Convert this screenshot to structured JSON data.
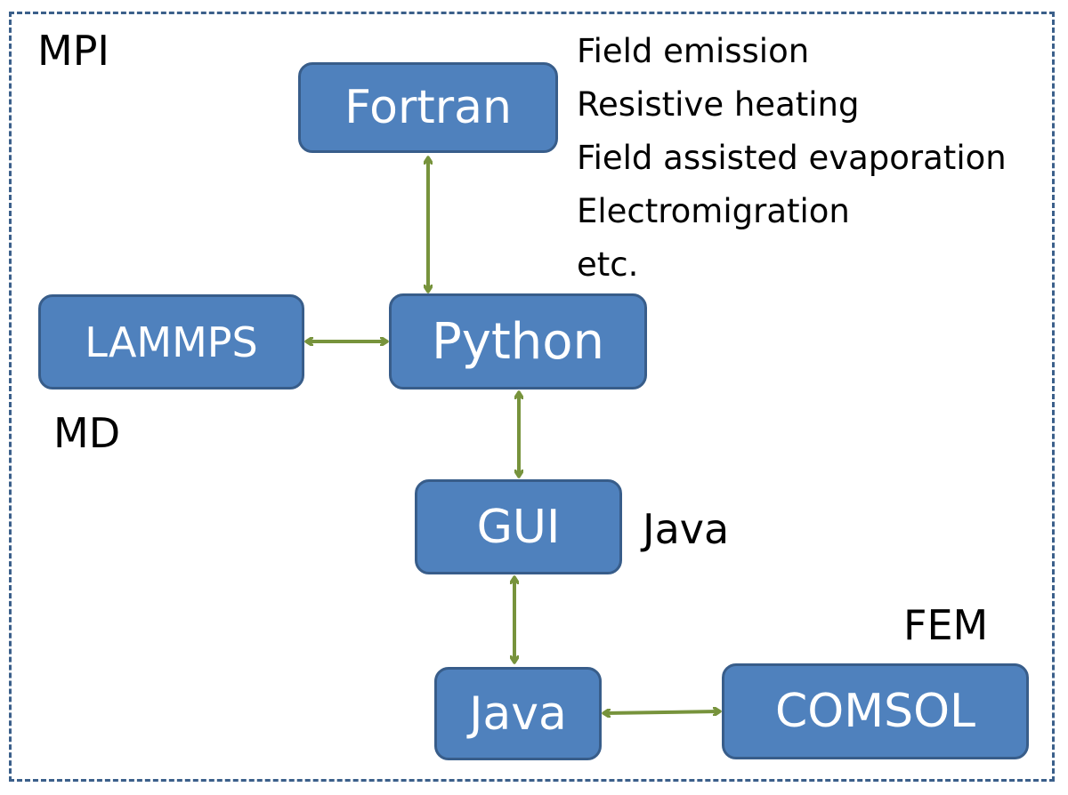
{
  "nodes": {
    "fortran": "Fortran",
    "lammps": "LAMMPS",
    "python": "Python",
    "gui": "GUI",
    "java": "Java",
    "comsol": "COMSOL"
  },
  "labels": {
    "mpi": "MPI",
    "md": "MD",
    "java_side": "Java",
    "fem": "FEM"
  },
  "fortran_notes": [
    "Field emission",
    "Resistive heating",
    "Field assisted evaporation",
    "Electromigration",
    "etc."
  ],
  "colors": {
    "box_fill": "#4f81bd",
    "box_border": "#385d8a",
    "arrow": "#77933c",
    "frame": "#3b5f8a"
  }
}
